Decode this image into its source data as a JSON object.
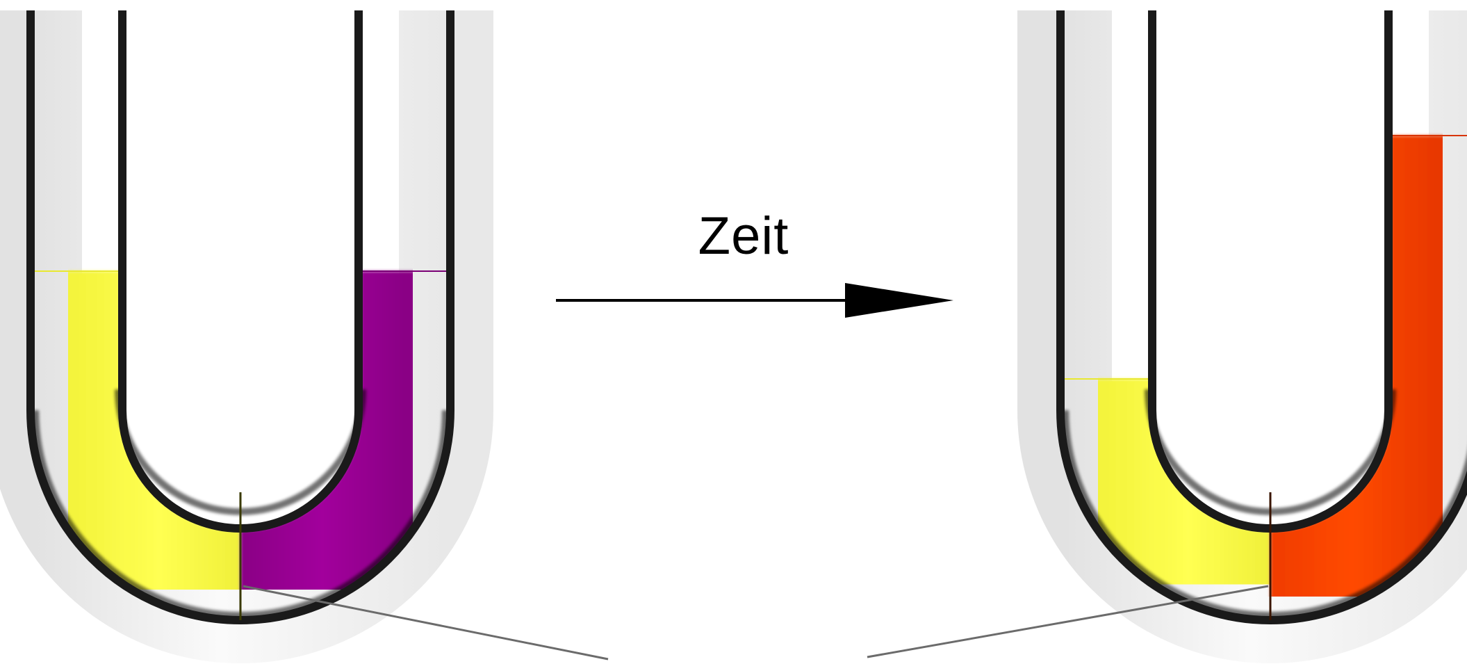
{
  "caption": "Zeit",
  "colors": {
    "liquid_yellow": "#ffff44",
    "liquid_purple": "#9c0096",
    "liquid_orange": "#ff4400",
    "liquid_pale_orange": "#ffd7c4",
    "tube_wall": "#1a1a1a",
    "glass": "#eeeeee",
    "arrow": "#000000",
    "pointer_line": "#6b6b6b"
  },
  "figures": [
    {
      "name": "u-tube-before",
      "left_liquid": "liquid_yellow",
      "right_liquid": "liquid_purple",
      "left_fill_level": 0.55,
      "right_fill_level": 0.55
    },
    {
      "name": "u-tube-after",
      "left_liquid": "liquid_yellow",
      "right_liquid": "liquid_orange",
      "left_fill_level": 0.35,
      "right_fill_level": 0.8
    }
  ]
}
